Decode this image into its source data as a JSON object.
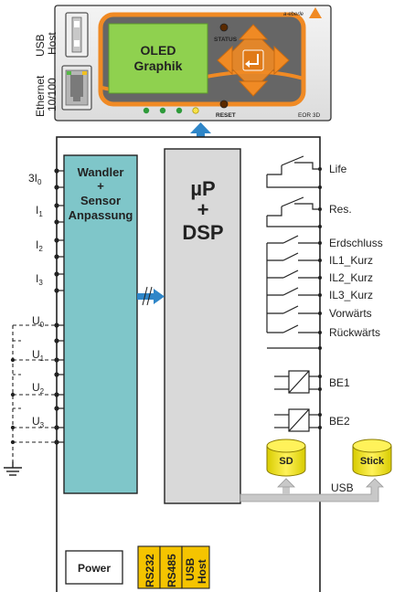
{
  "device": {
    "usb_host_line1": "USB",
    "usb_host_line2": "Host",
    "ethernet_line1": "Ethernet",
    "ethernet_line2": "10/100",
    "oled_line1": "OLED",
    "oled_line2": "Graphik",
    "status_label": "STATUS",
    "reset_label": "RESET",
    "brand": "a-eberle",
    "model": "EOR 3D"
  },
  "inputs": {
    "items": [
      {
        "main": "3I",
        "sub": "0"
      },
      {
        "main": "I",
        "sub": "1"
      },
      {
        "main": "I",
        "sub": "2"
      },
      {
        "main": "I",
        "sub": "3"
      },
      {
        "main": "U",
        "sub": "0"
      },
      {
        "main": "U",
        "sub": "1"
      },
      {
        "main": "U",
        "sub": "2"
      },
      {
        "main": "U",
        "sub": "3"
      }
    ]
  },
  "converter": {
    "line1": "Wandler",
    "line2": "+",
    "line3": "Sensor",
    "line4": "Anpassung"
  },
  "processor": {
    "line1": "µP",
    "line2": "+",
    "line3": "DSP"
  },
  "outputs": {
    "life": "Life",
    "res": "Res.",
    "erdschluss": "Erdschluss",
    "il1": "IL1_Kurz",
    "il2": "IL2_Kurz",
    "il3": "IL3_Kurz",
    "vorwaerts": "Vorwärts",
    "rueckwaerts": "Rückwärts",
    "be1": "BE1",
    "be2": "BE2"
  },
  "storage": {
    "sd": "SD",
    "stick": "Stick",
    "usb": "USB"
  },
  "bottom": {
    "power": "Power",
    "rs232": "RS232",
    "rs485": "RS485",
    "usb_host_line1": "USB",
    "usb_host_line2": "Host"
  },
  "colors": {
    "converter_fill": "#7fc6c9",
    "processor_fill": "#d9d9d9",
    "oled_fill": "#8fd14f",
    "keypad_frame": "#f08a24",
    "storage_yellow": "#f7e600",
    "interface_yellow": "#f5c400",
    "link_arrow": "#2f86c8"
  }
}
